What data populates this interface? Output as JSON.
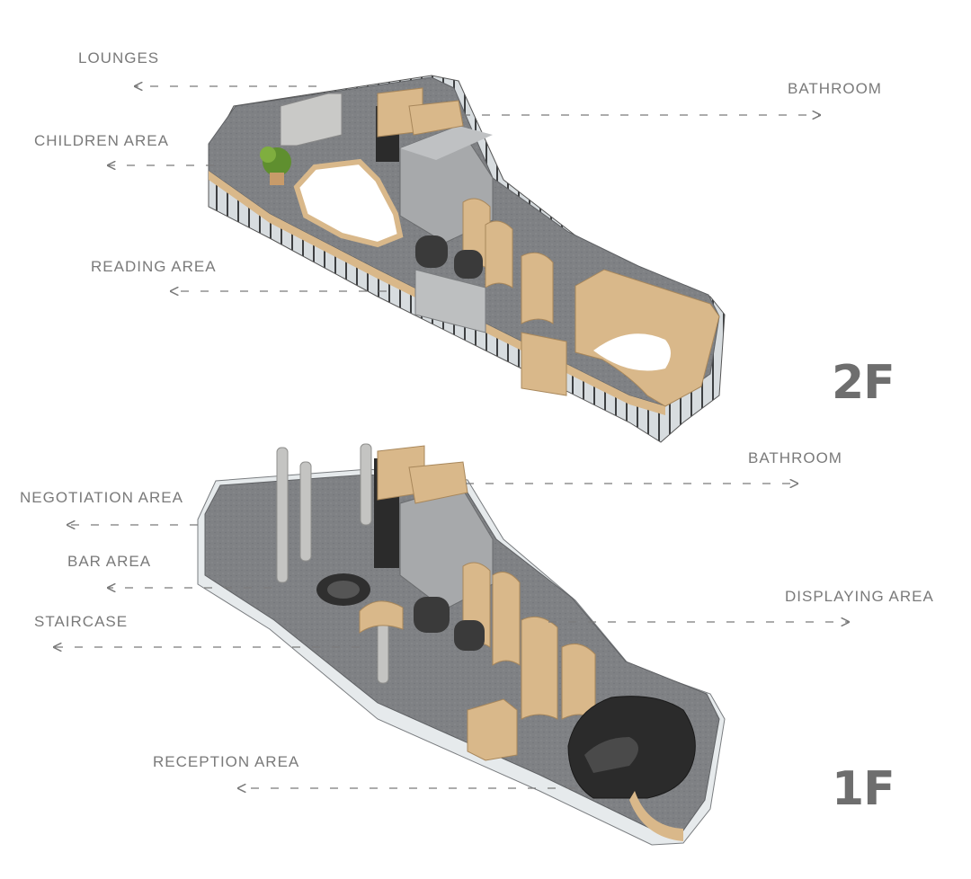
{
  "floors": [
    {
      "label": "2F",
      "areas": {
        "lounges": "LOUNGES",
        "children": "CHILDREN AREA",
        "reading": "READING AREA",
        "bathroom": "BATHROOM"
      }
    },
    {
      "label": "1F",
      "areas": {
        "negotiation": "NEGOTIATION AREA",
        "bar": "BAR AREA",
        "staircase": "STAIRCASE",
        "reception": "RECEPTION AREA",
        "bathroom": "BATHROOM",
        "displaying": "DISPLAYING AREA"
      }
    }
  ],
  "colors": {
    "label": "#7a7a7a",
    "floor_label": "#6e6e6e",
    "concrete_floor": "#7d7f82",
    "wood": "#d9b88a",
    "glass": "#c9cfd2",
    "dark": "#2b2b2b"
  }
}
